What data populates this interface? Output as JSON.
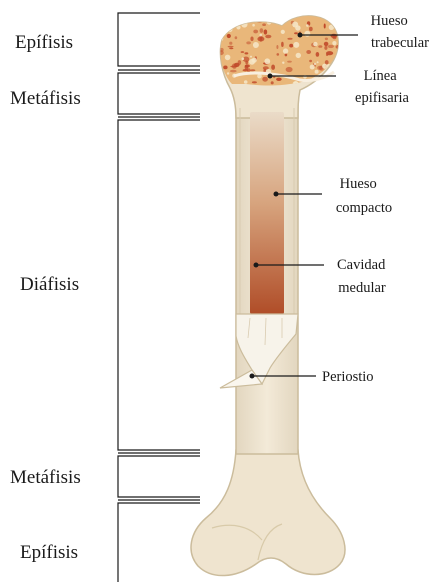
{
  "diagram": {
    "regions": {
      "epifisis_top": "Epífisis",
      "metafisis_top": "Metáfisis",
      "diafisis": "Diáfisis",
      "metafisis_bottom": "Metáfisis",
      "epifisis_bottom": "Epífisis"
    },
    "parts": {
      "hueso_trabecular": [
        "Hueso",
        "trabecular"
      ],
      "linea_epifisaria": [
        "Línea",
        "epifisaria"
      ],
      "hueso_compacto": [
        "Hueso",
        "compacto"
      ],
      "cavidad_medular": [
        "Cavidad",
        "medular"
      ],
      "periostio": [
        "Periostio"
      ]
    },
    "colors": {
      "bone": "#efe4cf",
      "bone_outline": "#cbbc9c",
      "trabecular": "#e9b77a",
      "trabecular_spots": "#c0492a",
      "medullary_top": "#e6cbb0",
      "medullary_bottom": "#b4532e",
      "periosteum": "#f7f3ea"
    }
  }
}
